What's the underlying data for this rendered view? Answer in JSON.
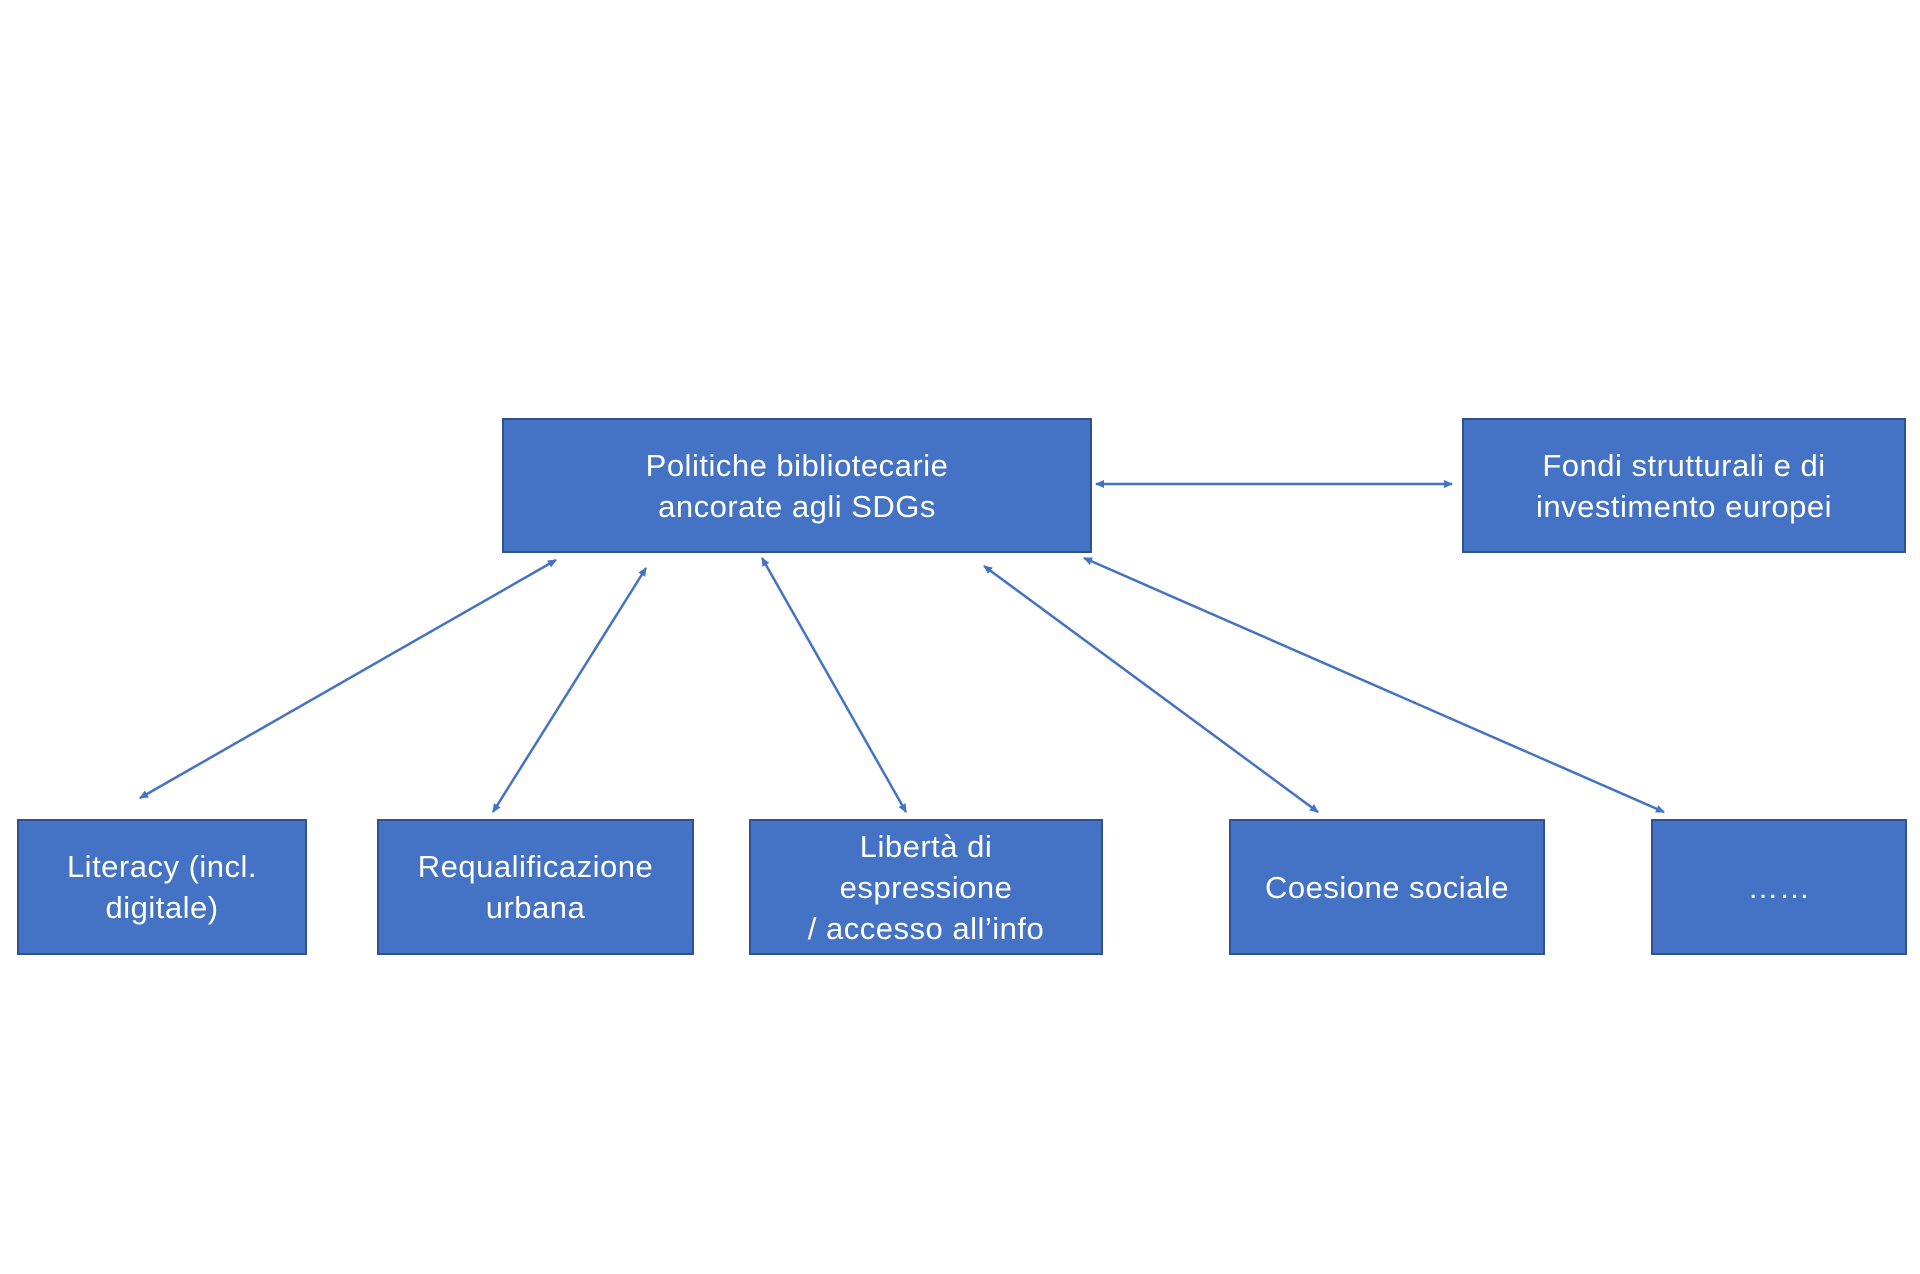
{
  "diagram": {
    "colors": {
      "box_fill": "#4472c4",
      "box_border": "#2f528f",
      "box_text": "#ffffff",
      "connector": "#4472c4",
      "background": "#ffffff"
    },
    "central": {
      "label": "Politiche bibliotecarie\nancorate agli SDGs"
    },
    "funding": {
      "label": "Fondi strutturali e di\ninvestimento europei"
    },
    "areas": [
      {
        "label": "Literacy (incl.\ndigitale)"
      },
      {
        "label": "Requalificazione\nurbana"
      },
      {
        "label": "Libertà di\nespressione\n/ accesso all’info"
      },
      {
        "label": "Coesione sociale"
      },
      {
        "label": "……"
      }
    ],
    "connectors": [
      {
        "from": "central",
        "to": "funding",
        "direction": "both"
      },
      {
        "from": "central",
        "to": "areas.0",
        "direction": "both"
      },
      {
        "from": "central",
        "to": "areas.1",
        "direction": "both"
      },
      {
        "from": "central",
        "to": "areas.2",
        "direction": "both"
      },
      {
        "from": "central",
        "to": "areas.3",
        "direction": "both"
      },
      {
        "from": "central",
        "to": "areas.4",
        "direction": "both"
      }
    ]
  }
}
